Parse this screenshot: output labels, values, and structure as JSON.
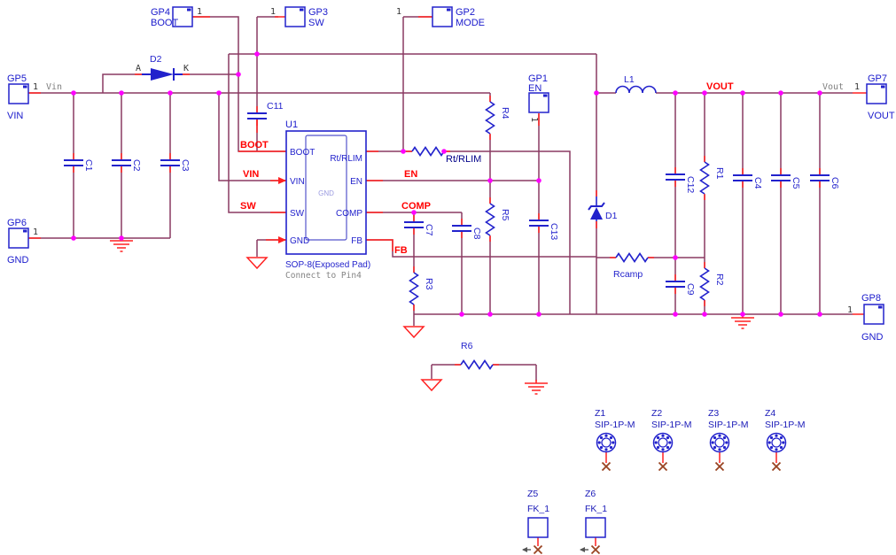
{
  "colors": {
    "wire": "#8a3a62",
    "pin_stub": "#ff2121",
    "symbol_blue": "#2222cc",
    "net_label_red": "#ff0000",
    "net_label_navy": "#000088",
    "junction_magenta": "#ff00ff",
    "ground_red": "#ff2222",
    "no_connect_x": "#994422",
    "muted_gray": "#808080"
  },
  "ports": {
    "gp5": {
      "ref": "GP5",
      "net": "VIN",
      "pin": "1",
      "wire_label": "Vin"
    },
    "gp6": {
      "ref": "GP6",
      "net": "GND",
      "pin": "1"
    },
    "gp4": {
      "ref": "GP4",
      "net": "BOOT",
      "pin": "1"
    },
    "gp3": {
      "ref": "GP3",
      "net": "SW",
      "pin": "1"
    },
    "gp2": {
      "ref": "GP2",
      "net": "MODE",
      "pin": "1"
    },
    "gp1": {
      "ref": "GP1",
      "net": "EN",
      "pin": "1"
    },
    "gp7": {
      "ref": "GP7",
      "net": "VOUT",
      "pin": "1",
      "wire_label": "Vout"
    },
    "gp8": {
      "ref": "GP8",
      "net": "GND",
      "pin": "1"
    }
  },
  "ic": {
    "ref": "U1",
    "pins_left": [
      "BOOT",
      "VIN",
      "SW",
      "GND"
    ],
    "pins_right": [
      "Rt/RLIM",
      "EN",
      "COMP",
      "FB"
    ],
    "pad_label": "GND",
    "package": "SOP-8(Exposed Pad)",
    "note": "Connect to Pin4"
  },
  "net_labels": {
    "boot": "BOOT",
    "vin": "VIN",
    "sw": "SW",
    "en": "EN",
    "comp": "COMP",
    "fb": "FB",
    "vout": "VOUT",
    "rt": "Rt/RLIM"
  },
  "components": {
    "c1": "C1",
    "c2": "C2",
    "c3": "C3",
    "c4": "C4",
    "c5": "C5",
    "c6": "C6",
    "c7": "C7",
    "c8": "C8",
    "c9": "C9",
    "c11": "C11",
    "c12": "C12",
    "c13": "C13",
    "r1": "R1",
    "r2": "R2",
    "r3": "R3",
    "r4": "R4",
    "r5": "R5",
    "r6": "R6",
    "rcamp": "Rcamp",
    "l1": "L1",
    "d1": "D1",
    "d2": "D2",
    "d2_anode": "A",
    "d2_cathode": "K"
  },
  "mech": {
    "z1": {
      "ref": "Z1",
      "part": "SIP-1P-M"
    },
    "z2": {
      "ref": "Z2",
      "part": "SIP-1P-M"
    },
    "z3": {
      "ref": "Z3",
      "part": "SIP-1P-M"
    },
    "z4": {
      "ref": "Z4",
      "part": "SIP-1P-M"
    },
    "z5": {
      "ref": "Z5",
      "part": "FK_1"
    },
    "z6": {
      "ref": "Z6",
      "part": "FK_1"
    }
  }
}
